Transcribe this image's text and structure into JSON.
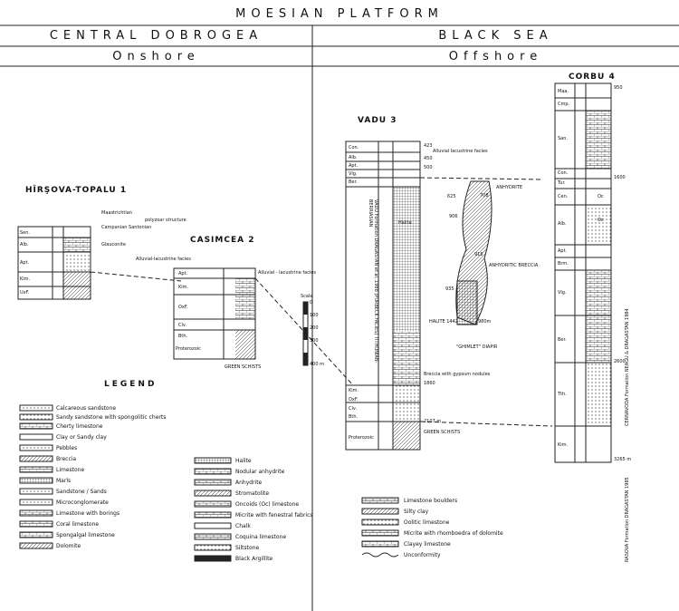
{
  "header": {
    "title": "MOESIAN PLATFORM",
    "left_region": "CENTRAL DOBROGEA",
    "right_region": "BLACK SEA",
    "left_sub": "Onshore",
    "right_sub": "Offshore"
  },
  "wells": {
    "hirsova": {
      "name": "HÎRŞOVA-TOPALU",
      "number": "1",
      "units": [
        "Sen.",
        "Alb.",
        "Apt.",
        "Kim.",
        "UxF."
      ],
      "notes": [
        "Maastrichtian",
        "Campanian Santonian",
        "polyzoar structure",
        "Glauconite"
      ]
    },
    "casimcea": {
      "name": "CASIMCEA",
      "number": "2",
      "units": [
        "Apt.",
        "Kim.",
        "OxF.",
        "Clv.",
        "Bth."
      ],
      "notes": [
        "Alluvial-lacustrine facies",
        "Alluvial - lacustrine facies",
        "GREEN SCHISTS",
        "Proterozoic"
      ]
    },
    "vadu": {
      "name": "VADU",
      "number": "3",
      "units": [
        "Con.",
        "Alb.",
        "Apt.",
        "Vlg.",
        "Ber.",
        "Kim.",
        "OxF.",
        "Clv.",
        "Bth."
      ],
      "depths": [
        "423",
        "450",
        "500",
        "625",
        "708",
        "906",
        "918",
        "935",
        "980m",
        "1860",
        "2107 m"
      ],
      "notes": [
        "Alluvial lacustrine facies",
        "ANHYDRITE",
        "ANHYDRITIC BRECCIA",
        "HALITE 1442",
        "\"GHIMLET\" DIAPIR",
        "Breccia with gypsum nodules",
        "GREEN SCHISTS",
        "Halite",
        "Proterozoic"
      ],
      "formation": "VADU Formation DRAGASTAN et al. 1988 (PURBECK FACIES) TITHONIAN-BERRIASIAN"
    },
    "corbu": {
      "name": "CORBU",
      "number": "4",
      "units": [
        "Maa.",
        "Cmp.",
        "San.",
        "Con.",
        "Tur.",
        "Cen.",
        "Alb.",
        "Apt.",
        "Brm.",
        "Vlg.",
        "Ber.",
        "Tth.",
        "Kim."
      ],
      "depths": [
        "950",
        "1600",
        "2600",
        "3265 m"
      ],
      "notes": [
        "Oc",
        "Oc"
      ],
      "formation_upper": "CERNAVODA Formation NEAGU & DRAGASTAN 1984",
      "formation_lower": "RASOVA Formation DRAGASTAN 1985"
    }
  },
  "scale": {
    "label": "Scale",
    "ticks": [
      "0",
      "100",
      "200",
      "300",
      "400 m"
    ]
  },
  "legend": {
    "title": "LEGEND",
    "col1": [
      "Calcareous sandstone",
      "Sandy sandstone with spongolitic cherts",
      "Cherty limestone",
      "Clay or Sandy clay",
      "Pebbles",
      "Breccia",
      "Limestone",
      "Marls",
      "Sandstone / Sands",
      "Microconglomerate",
      "Limestone with borings",
      "Coral limestone",
      "Spongalgal limestone",
      "Dolomite"
    ],
    "col2": [
      "Halite",
      "Nodular anhydrite",
      "Anhydrite",
      "Stromatolite",
      "Oncoids (Oc) limestone",
      "Micrite with fenestral fabrics",
      "Chalk",
      "Coquina limestone",
      "Siltstone",
      "Black Argillite"
    ],
    "col3": [
      "Limestone boulders",
      "Silty clay",
      "Oolitic limestone",
      "Micrite with rhomboedra of dolomite",
      "Clayey limestone",
      "Unconformity"
    ]
  }
}
